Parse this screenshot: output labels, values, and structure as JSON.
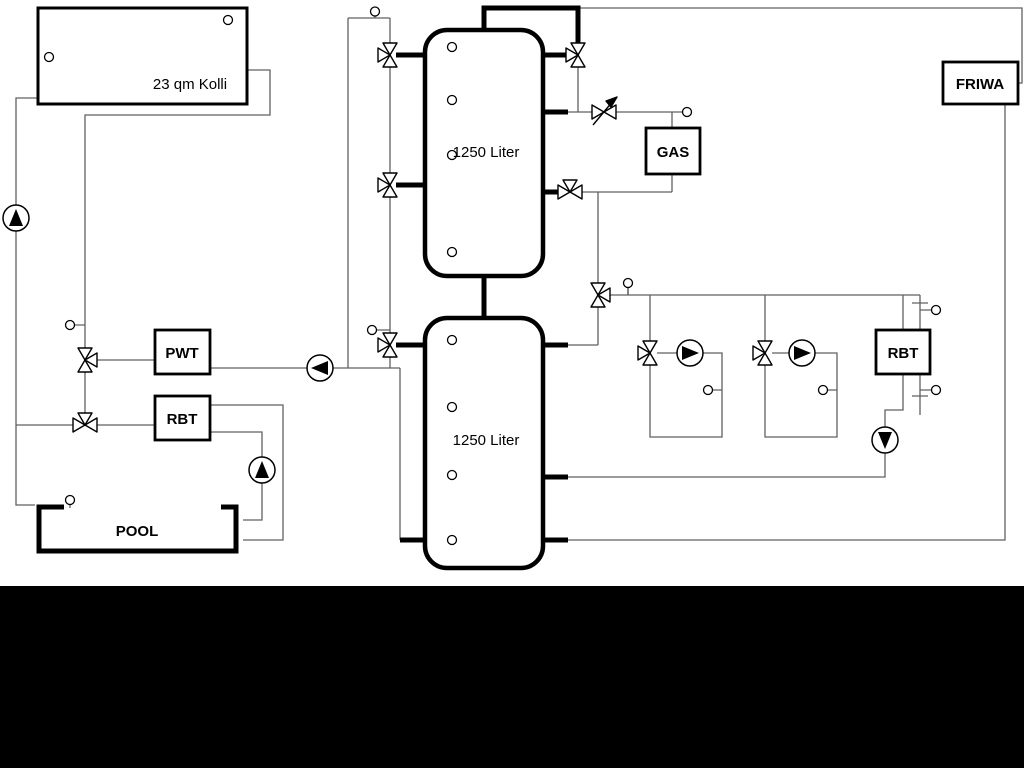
{
  "labels": {
    "collector": "23 qm Kolli",
    "tank_top": "1250 Liter",
    "tank_bottom": "1250 Liter",
    "gas": "GAS",
    "friwa": "FRIWA",
    "pwt": "PWT",
    "rbt_left": "RBT",
    "rbt_right": "RBT",
    "pool": "POOL"
  },
  "colors": {
    "pipe_thin": "#606060",
    "pipe_thick": "#000000",
    "outline": "#000000",
    "symbol_fill": "#ffffff",
    "pump_arrow": "#000000",
    "background": "#ffffff",
    "footer_band": "#000000"
  },
  "components": {
    "pumps": [
      "solar-pump-up",
      "pwt-pump-left",
      "pool-pump-up",
      "heating-pump-1-right",
      "heating-pump-2-right",
      "rbt-right-pump-down"
    ],
    "three_way_valve_count": 11,
    "temperature_sensor_count": 20,
    "tanks": [
      "buffer-tank-top",
      "buffer-tank-bottom"
    ]
  }
}
